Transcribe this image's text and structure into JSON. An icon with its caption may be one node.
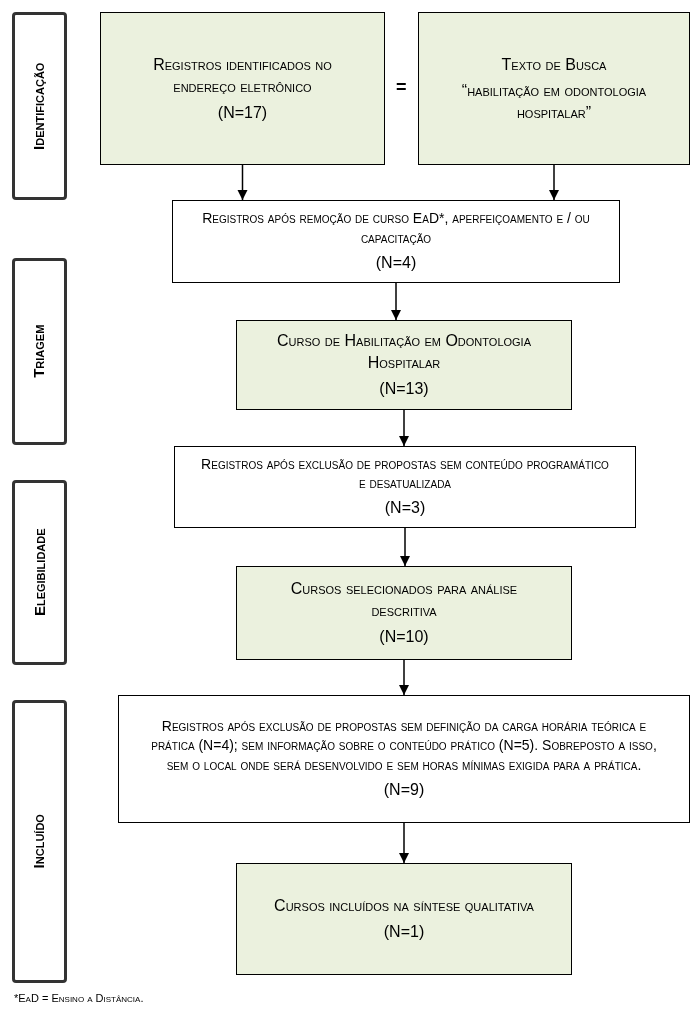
{
  "diagram": {
    "nodes": [
      {
        "text": [
          "Identificação"
        ]
      },
      {
        "text": [
          "Registros identificados no endereço eletrônico",
          "(N=17)"
        ]
      },
      {
        "text": [
          "Texto de Busca",
          "“habilitação em odontologia hospitalar”"
        ]
      },
      {
        "text": [
          "Registros após remoção de curso EaD*, aperfeiçoamento e / ou capacitação",
          "(N=4)"
        ]
      },
      {
        "text": [
          "Triagem"
        ]
      },
      {
        "text": [
          "Curso de Habilitação em Odontologia Hospitalar",
          "(N=13)"
        ]
      },
      {
        "text": [
          "Registros após exclusão de propostas sem conteúdo programático e desatualizada",
          "(N=3)"
        ]
      },
      {
        "text": [
          "Elegibilidade"
        ]
      },
      {
        "text": [
          "Cursos selecionados para análise descritiva",
          "(N=10)"
        ]
      },
      {
        "text": [
          "Registros após exclusão de propostas sem definição da carga horária teórica e prática (N=4); sem informação sobre o conteúdo prático (N=5). Sobreposto a isso, sem o local onde será desenvolvido e sem horas mínimas exigida para a prática.",
          "(N=9)"
        ]
      },
      {
        "text": [
          "Incluído"
        ]
      },
      {
        "text": [
          "Cursos incluídos na síntese qualitativa",
          "(N=1)"
        ]
      }
    ],
    "edges": [
      {
        "from": 1,
        "to": 3,
        "arrow": "to"
      },
      {
        "from": 2,
        "to": 3,
        "arrow": "to"
      },
      {
        "from": 3,
        "to": 5,
        "arrow": "to"
      },
      {
        "from": 5,
        "to": 6,
        "arrow": "to"
      },
      {
        "from": 6,
        "to": 8,
        "arrow": "to"
      },
      {
        "from": 8,
        "to": 9,
        "arrow": "to"
      },
      {
        "from": 9,
        "to": 11,
        "arrow": "to"
      }
    ],
    "labels": [
      "="
    ],
    "caption": "*EaD = Ensino a Distância."
  }
}
